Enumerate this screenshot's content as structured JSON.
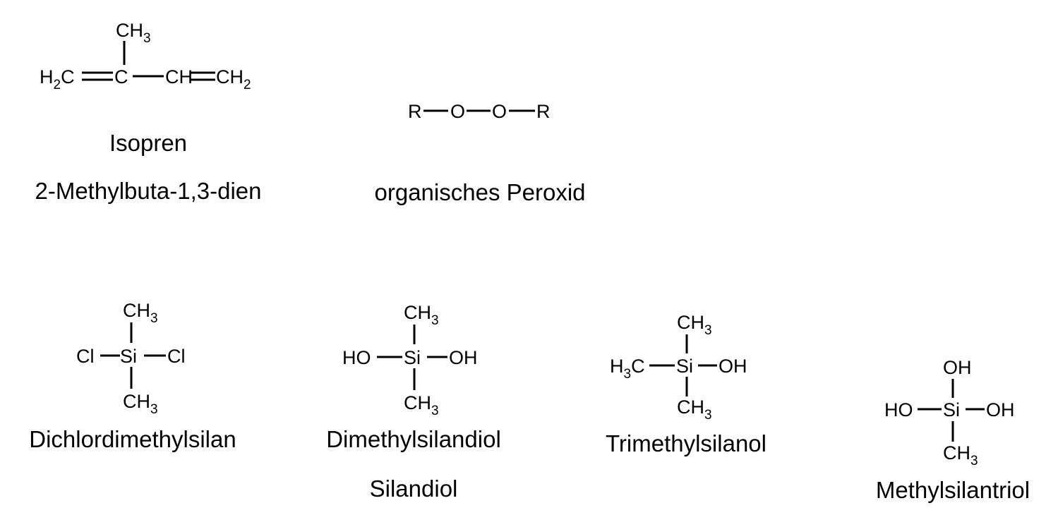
{
  "isopren": {
    "atom_h2c": "H",
    "atom_h2c_sub": "2",
    "atom_h2c_tail": "C",
    "atom_c": "C",
    "atom_ch3_top": "CH",
    "atom_ch3_top_sub": "3",
    "atom_ch": "CH",
    "atom_ch2": "CH",
    "atom_ch2_sub": "2",
    "name": "Isopren",
    "iupac": "2-Methylbuta-1,3-dien"
  },
  "peroxid": {
    "r1": "R",
    "o1": "O",
    "o2": "O",
    "r2": "R",
    "name": "organisches Peroxid"
  },
  "dichlordimethylsilan": {
    "ch3_top": "CH",
    "ch3_top_sub": "3",
    "cl_left": "Cl",
    "si": "Si",
    "cl_right": "Cl",
    "ch3_bottom": "CH",
    "ch3_bottom_sub": "3",
    "name": "Dichlordimethylsilan"
  },
  "dimethylsilandiol": {
    "ch3_top": "CH",
    "ch3_top_sub": "3",
    "ho_left": "HO",
    "si": "Si",
    "oh_right": "OH",
    "ch3_bottom": "CH",
    "ch3_bottom_sub": "3",
    "name": "Dimethylsilandiol",
    "alt_name": "Silandiol"
  },
  "trimethylsilanol": {
    "ch3_top": "CH",
    "ch3_top_sub": "3",
    "h3c_left": "H",
    "h3c_left_sub": "3",
    "h3c_left_tail": "C",
    "si": "Si",
    "oh_right": "OH",
    "ch3_bottom": "CH",
    "ch3_bottom_sub": "3",
    "name": "Trimethylsilanol"
  },
  "methylsilantriol": {
    "oh_top": "OH",
    "ho_left": "HO",
    "si": "Si",
    "oh_right": "OH",
    "ch3_bottom": "CH",
    "ch3_bottom_sub": "3",
    "name": "Methylsilantriol"
  }
}
